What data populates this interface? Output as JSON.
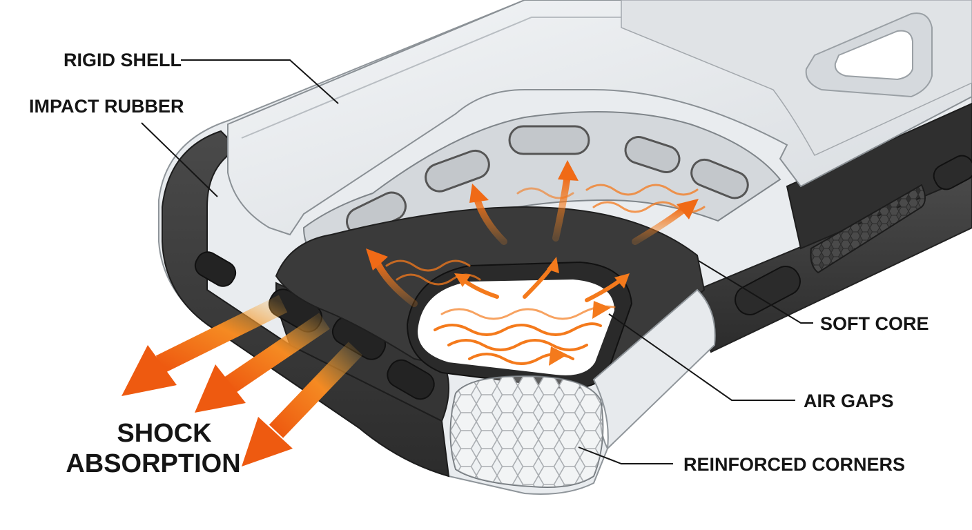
{
  "labels": {
    "rigid_shell": "RIGID SHELL",
    "impact_rubber": "IMPACT RUBBER",
    "soft_core": "SOFT CORE",
    "air_gaps": "AIR GAPS",
    "reinforced_corners": "REINFORCED CORNERS",
    "shock_line1": "SHOCK",
    "shock_line2": "ABSORPTION"
  },
  "colors": {
    "arrow_orange": "#f47a1c",
    "arrow_deep": "#ea5a12",
    "rubber_dark": "#3c3c3c",
    "clear_shell": "#e4e7ea",
    "line": "#151515"
  }
}
